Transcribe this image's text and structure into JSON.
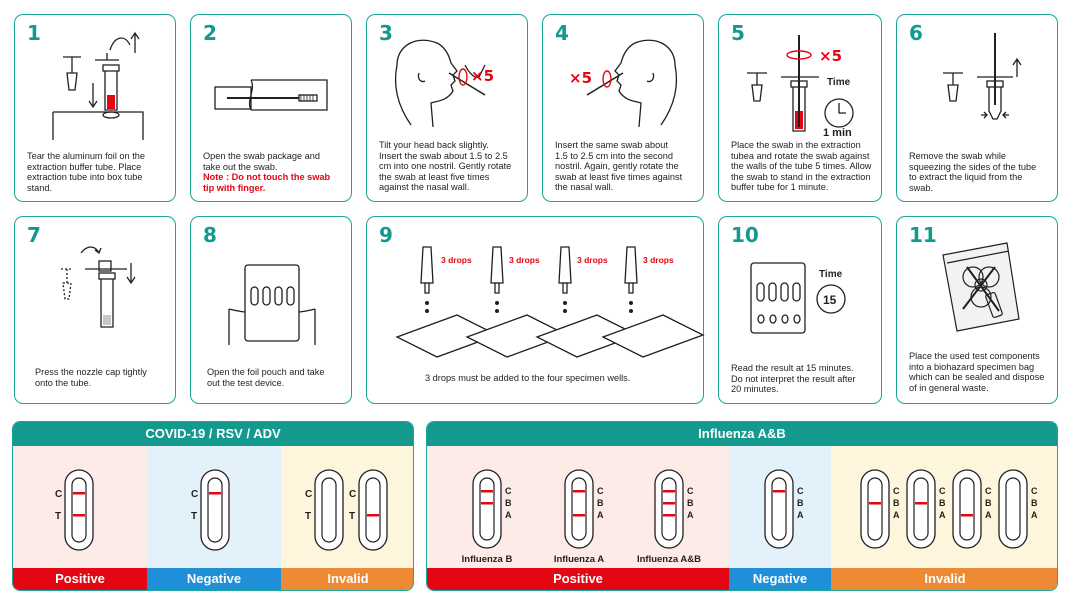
{
  "steps": [
    {
      "num": "1",
      "lines": [
        "Tear the aluminum foil on the",
        "extraction buffer tube. Place",
        "extraction tube into box tube",
        "stand."
      ]
    },
    {
      "num": "2",
      "lines": [
        "Open the swab package and",
        "take out the swab."
      ],
      "note": [
        "Note : Do not touch the swab",
        "tip with finger."
      ]
    },
    {
      "num": "3",
      "lines": [
        "Tilt your head back slightly.",
        "Insert the swab about 1.5 to 2.5",
        "cm into one nostril. Gently rotate",
        "the swab at least five times",
        "against the nasal wall."
      ],
      "mark": "×5"
    },
    {
      "num": "4",
      "lines": [
        "Insert the same swab about",
        "1.5 to 2.5 cm into the second",
        "nostril. Again, gently rotate the",
        "swab at least five times against",
        "the nasal wall."
      ],
      "mark": "×5"
    },
    {
      "num": "5",
      "lines": [
        "Place the swab in the extraction",
        "tubea and rotate the swab against",
        "the walls of the tube 5 times. Allow",
        "the swab to stand in the extraction",
        "buffer tube for 1 minute."
      ],
      "mark": "×5",
      "time_label": "Time",
      "time_value": "1 min"
    },
    {
      "num": "6",
      "lines": [
        "Remove the swab while",
        "squeezing the sides of the tube",
        "to extract the liquid from the",
        "swab."
      ]
    },
    {
      "num": "7",
      "lines": [
        "Press the nozzle cap tightly",
        "onto the tube."
      ]
    },
    {
      "num": "8",
      "lines": [
        "Open the foil pouch and take",
        "out the test device."
      ]
    },
    {
      "num": "9",
      "lines": [
        "3 drops must be added to the four specimen wells."
      ],
      "drops": [
        "3 drops",
        "3 drops",
        "3 drops",
        "3 drops"
      ]
    },
    {
      "num": "10",
      "lines": [
        "Read the result at 15 minutes.",
        "Do not interpret the result after",
        "20 minutes."
      ],
      "time_label": "Time",
      "time_value": "15"
    },
    {
      "num": "11",
      "lines": [
        "Place the used test components",
        "into a biohazard specimen bag",
        "which can be sealed and dispose",
        "of in general waste."
      ]
    }
  ],
  "covid_panel": {
    "title": "COVID-19 / RSV / ADV",
    "line_c": "C",
    "line_t": "T",
    "labels": [
      "Positive",
      "Negative",
      "Invalid"
    ]
  },
  "flu_panel": {
    "title": "Influenza A&B",
    "line_c": "C",
    "line_b": "B",
    "line_a": "A",
    "names": [
      "Influenza B",
      "Influenza A",
      "Influenza A&B"
    ],
    "labels": [
      "Positive",
      "Negative",
      "Invalid"
    ]
  },
  "colors": {
    "teal": "#14998f",
    "red": "#e30613",
    "positive": "#e30613",
    "negative": "#1f8fd8",
    "invalid": "#ee8a33",
    "pos_bg": "#fcebe6",
    "neg_bg": "#e3f1fb",
    "inv_bg": "#fdf6dc"
  }
}
